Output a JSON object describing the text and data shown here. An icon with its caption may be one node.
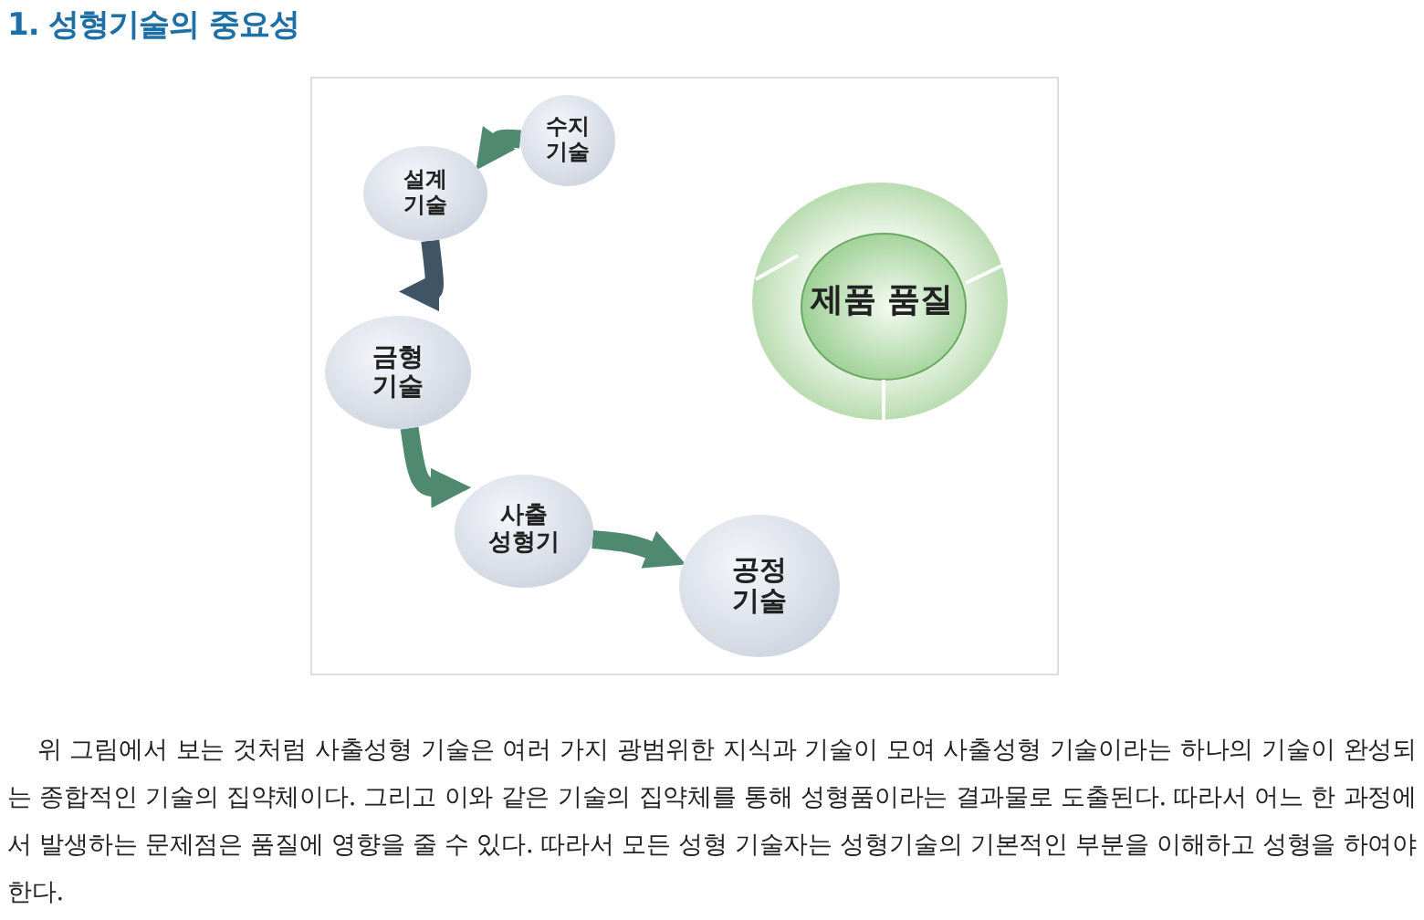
{
  "diagram": {
    "title": "1. 성형기술의 중요성",
    "caption": "위 그림에서 보는 것처럼 사출성형 기술은 여러 가지 광범위한 지식과 기술이 모여 사출성형 기술이라는 하나의 기술이 완성되는 종합적인 기술의 집약체이다. 그리고 이와 같은 기술의 집약체를 통해 성형품이라는 결과물로 도출된다. 따라서 어느 한 과정에서 발생하는 문제점은 품질에 영향을 줄 수 있다. 따라서 모든 성형 기술자는 성형기술의 기본적인 부분을 이해하고 성형을 하여야 한다.",
    "nodes": [
      {
        "text": [
          "수지 기술"
        ]
      },
      {
        "text": [
          "설계 기술"
        ]
      },
      {
        "text": [
          "금형 기술"
        ]
      },
      {
        "text": [
          "사출 성형기"
        ]
      },
      {
        "text": [
          "공정 기술"
        ]
      },
      {
        "text": [
          "제품 품질"
        ]
      }
    ],
    "edges": [
      {
        "from": 0,
        "to": 1,
        "arrow": "to"
      },
      {
        "from": 1,
        "to": 2,
        "arrow": "to",
        "color": "#3f5566"
      },
      {
        "from": 2,
        "to": 3,
        "arrow": "to"
      },
      {
        "from": 3,
        "to": 4,
        "arrow": "to"
      }
    ]
  }
}
